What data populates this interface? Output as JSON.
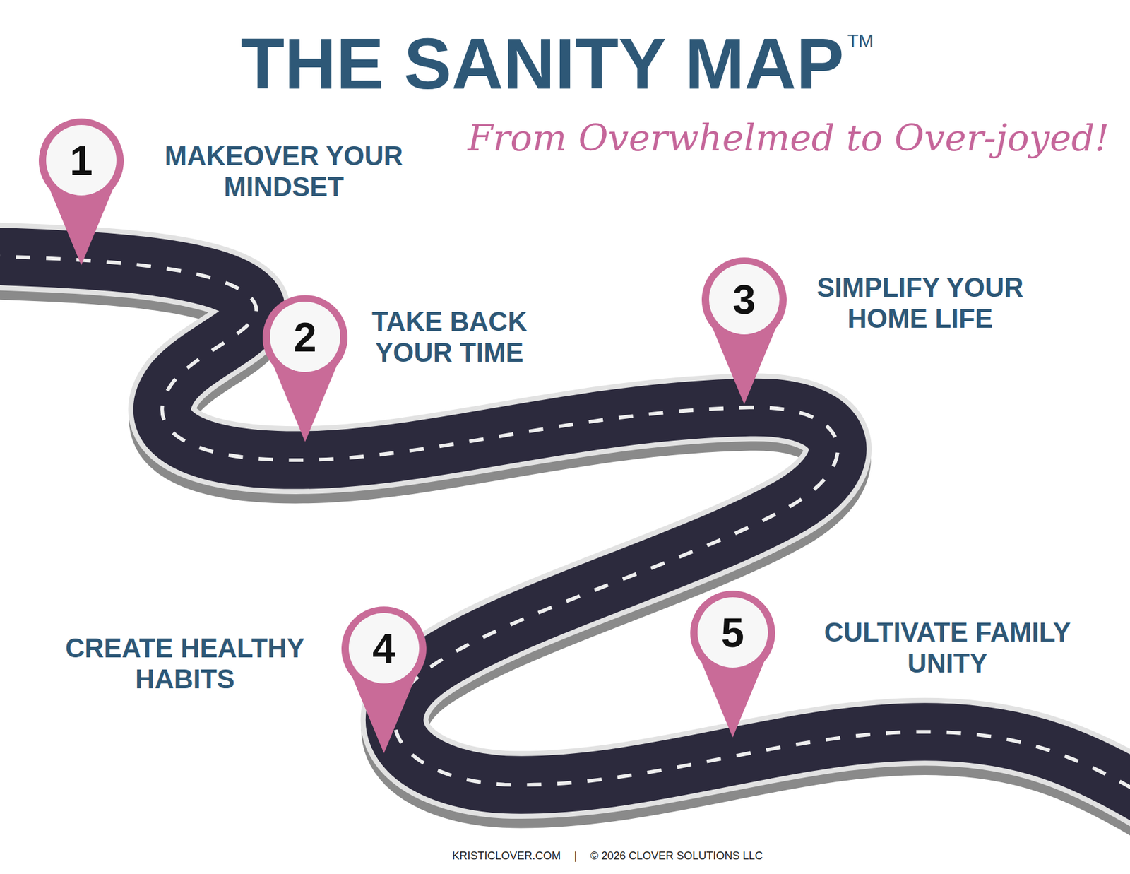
{
  "diagram": {
    "title": "THE SANITY MAP",
    "nodes": [
      {
        "text": [
          "1",
          "MAKEOVER YOUR MINDSET"
        ]
      },
      {
        "text": [
          "2",
          "TAKE BACK YOUR TIME"
        ]
      },
      {
        "text": [
          "3",
          "SIMPLIFY YOUR HOME LIFE"
        ]
      },
      {
        "text": [
          "4",
          "CREATE HEALTHY HABITS"
        ]
      },
      {
        "text": [
          "5",
          "CULTIVATE FAMILY UNITY"
        ]
      }
    ],
    "labels": [
      "TM",
      "From Overwhelmed to Over-joyed!",
      "KRISTICLOVER.COM",
      "|",
      "© 2026 CLOVER SOLUTIONS LLC"
    ]
  }
}
